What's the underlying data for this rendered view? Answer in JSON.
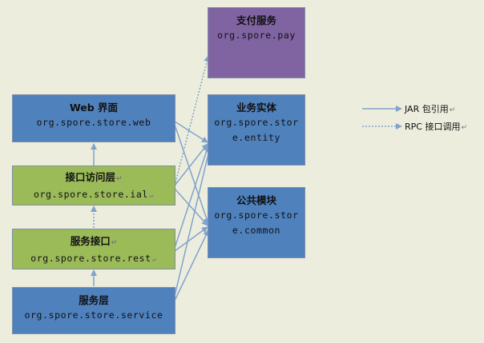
{
  "boxes": {
    "web": {
      "title": "Web 界面",
      "pkg": "org.spore.store.web"
    },
    "ial": {
      "title": "接口访问层",
      "pkg": "org.spore.store.ial"
    },
    "rest": {
      "title": "服务接口",
      "pkg": "org.spore.store.rest"
    },
    "service": {
      "title": "服务层",
      "pkg": "org.spore.store.service"
    },
    "pay": {
      "title": "支付服务",
      "pkg": "org.spore.pay"
    },
    "entity": {
      "title": "业务实体",
      "pkg_line1": "org.spore.stor",
      "pkg_line2": "e.entity"
    },
    "common": {
      "title": "公共模块",
      "pkg_line1": "org.spore.stor",
      "pkg_line2": "e.common"
    }
  },
  "legend": {
    "jar": "JAR 包引用",
    "rpc": "RPC 接口调用"
  },
  "colors": {
    "blue": "#4f81bd",
    "green": "#9bbb59",
    "purple": "#8064a2",
    "arrow": "#7fa3cc",
    "background": "#ededde"
  }
}
